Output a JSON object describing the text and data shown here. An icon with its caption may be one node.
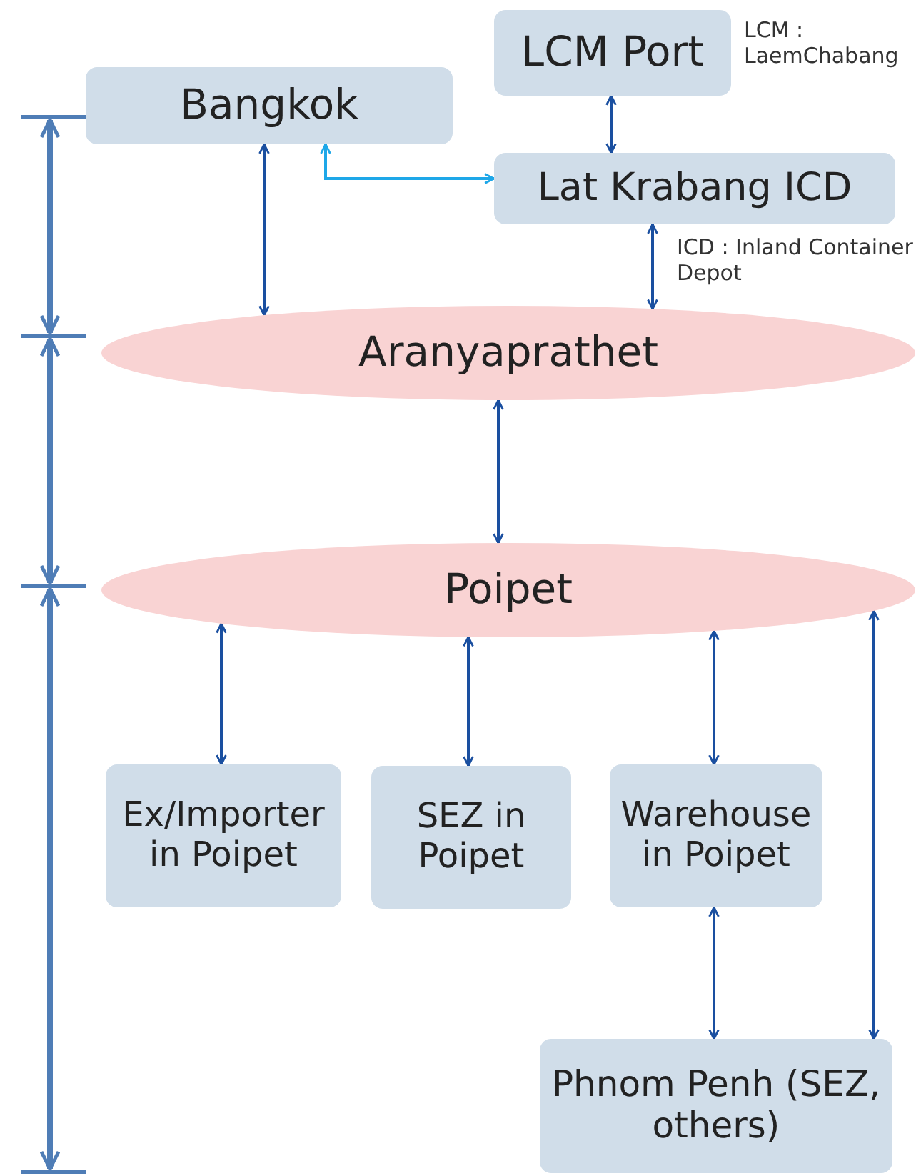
{
  "diagram": {
    "nodes": [
      {
        "text": [
          "LCM Port"
        ],
        "beside": [
          "LCM : LaemChabang"
        ]
      },
      {
        "text": [
          "Bangkok"
        ]
      },
      {
        "text": [
          "Lat Krabang ICD"
        ],
        "beside": [
          "ICD : Inland Container Depot"
        ]
      },
      {
        "text": [
          "Aranyaprathet"
        ]
      },
      {
        "text": [
          "Poipet"
        ]
      },
      {
        "text": [
          "Ex/Importer in Poipet"
        ]
      },
      {
        "text": [
          "SEZ in Poipet"
        ]
      },
      {
        "text": [
          "Warehouse in Poipet"
        ]
      },
      {
        "text": [
          "Phnom Penh (SEZ, others)"
        ]
      }
    ],
    "edges": [
      {
        "from": 0,
        "to": 2,
        "arrow": "both"
      },
      {
        "from": 1,
        "to": 2,
        "arrow": "both",
        "color": "#1ea7e8"
      },
      {
        "from": 1,
        "to": 3,
        "arrow": "both"
      },
      {
        "from": 2,
        "to": 3,
        "arrow": "both"
      },
      {
        "from": 3,
        "to": 4,
        "arrow": "both"
      },
      {
        "from": 4,
        "to": 5,
        "arrow": "both"
      },
      {
        "from": 4,
        "to": 6,
        "arrow": "both"
      },
      {
        "from": 4,
        "to": 7,
        "arrow": "both"
      },
      {
        "from": 7,
        "to": 8,
        "arrow": "both"
      },
      {
        "from": 4,
        "to": 8,
        "arrow": "both"
      }
    ]
  }
}
